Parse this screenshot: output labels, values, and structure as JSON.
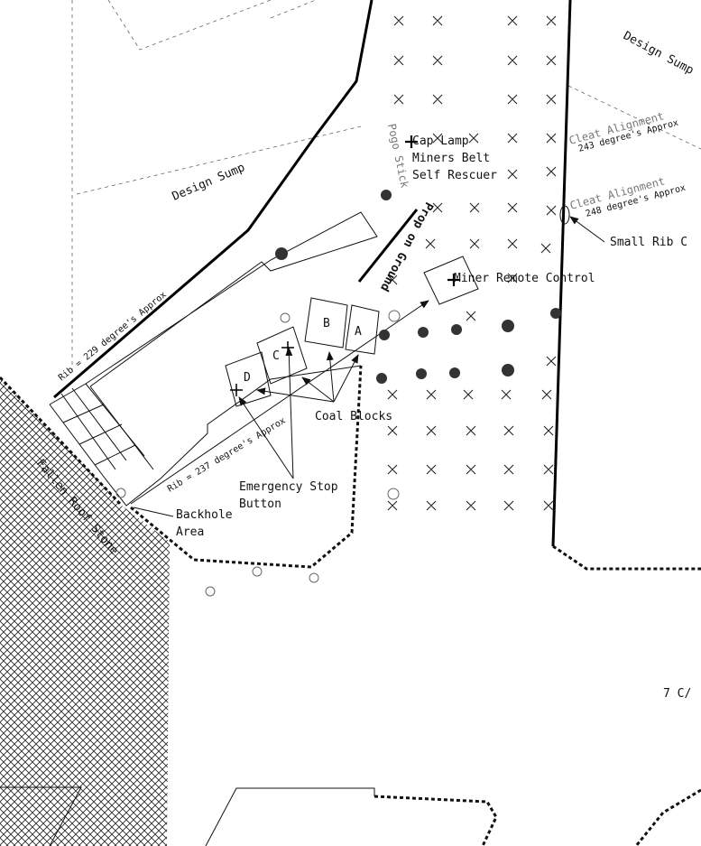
{
  "labels": {
    "design_sump_left": "Design Sump",
    "design_sump_right": "Design Sump",
    "rib_229": "Rib = 229 degree's Approx",
    "rib_237": "Rib = 237 degree's Approx",
    "cleat_alignment_1": "Cleat Alignment",
    "cleat_deg_243": "243 degree's Approx",
    "cleat_alignment_2": "Cleat Alignment",
    "cleat_deg_248": "248 degree's Approx",
    "small_rib": "Small Rib C",
    "cap_lamp": "Cap Lamp",
    "miners_belt": "Miners Belt",
    "self_rescuer": "Self Rescuer",
    "prop_on_ground": "Prop on Ground",
    "miner_remote": "Miner Remote Control",
    "coal_blocks": "Coal Blocks",
    "emergency_stop": "Emergency Stop",
    "button": "Button",
    "backhole": "Backhole",
    "area": "Area",
    "fallen_roof": "Fallen Roof Stone",
    "cut_7": "7 C/",
    "pogo_stick": "Pogo Stick",
    "block_a": "A",
    "block_b": "B",
    "block_c": "C",
    "block_d": "D"
  }
}
